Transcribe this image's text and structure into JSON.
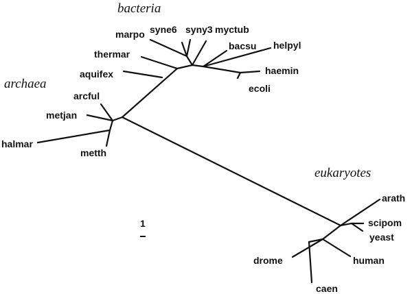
{
  "groups": {
    "bacteria": "bacteria",
    "archaea": "archaea",
    "eukaryotes": "eukaryotes"
  },
  "leaves": {
    "marpo": "marpo",
    "syne6": "syne6",
    "syny3": "syny3",
    "myctub": "myctub",
    "bacsu": "bacsu",
    "helpyl": "helpyl",
    "thermar": "thermar",
    "haemin": "haemin",
    "aquifex": "aquifex",
    "ecoli": "ecoli",
    "arcful": "arcful",
    "metjan": "metjan",
    "halmar": "halmar",
    "metth": "metth",
    "arath": "arath",
    "scipom": "scipom",
    "yeast": "yeast",
    "drome": "drome",
    "human": "human",
    "caen": "caen"
  },
  "scale": {
    "value": "1"
  }
}
